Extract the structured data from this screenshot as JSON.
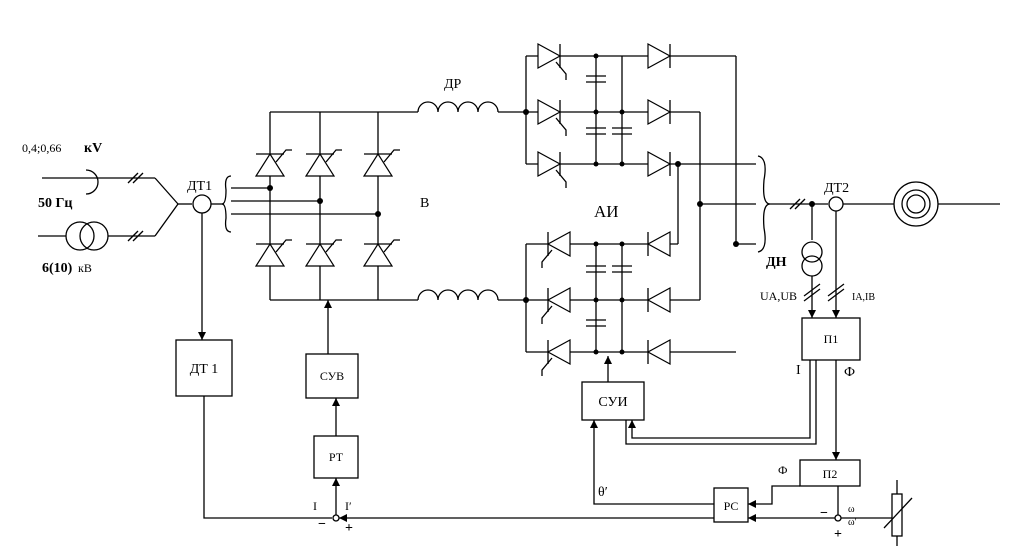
{
  "supply": {
    "voltage_low": "0,4;0,66",
    "voltage_low_unit": "кV",
    "frequency": "50 Гц",
    "voltage_high": "6(10)",
    "voltage_high_unit": "кВ"
  },
  "labels": {
    "dt1_sensor": "ДТ1",
    "rectifier": "В",
    "choke": "ДР",
    "inverter": "АИ",
    "dt2_sensor": "ДТ2",
    "voltage_sensor": "ДН",
    "u_signals": "UA,UB",
    "i_signals": "IA,IB",
    "p1_out_i": "I",
    "p1_out_phi": "Ф",
    "p2_in_phi": "Ф",
    "theta": "θ′",
    "sum1_i": "I",
    "sum1_iref": "I′",
    "sum1_minus": "−",
    "sum1_plus": "+",
    "sum2_omega": "ω",
    "sum2_omegaref": "ω′",
    "sum2_minus": "−",
    "sum2_plus": "+"
  },
  "blocks": {
    "dt1": "ДТ 1",
    "suv": "СУВ",
    "rt": "РТ",
    "sui": "СУИ",
    "p1": "П1",
    "p2": "П2",
    "rs": "РС"
  }
}
